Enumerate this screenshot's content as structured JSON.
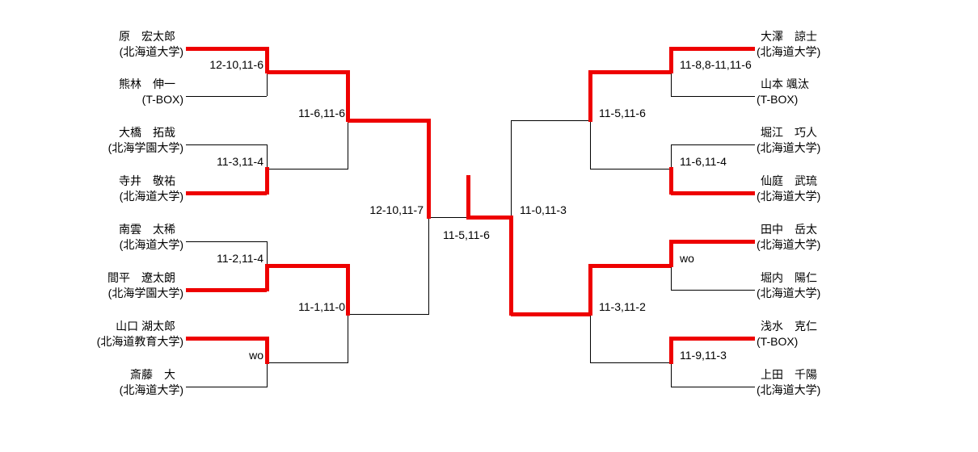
{
  "players": {
    "left": [
      {
        "name": "原　宏太郎",
        "affiliation": "(北海道大学)"
      },
      {
        "name": "熊林　伸一",
        "affiliation": "(T-BOX)"
      },
      {
        "name": "大橋　拓哉",
        "affiliation": "(北海学園大学)"
      },
      {
        "name": "寺井　敬祐",
        "affiliation": "(北海道大学)"
      },
      {
        "name": "南雲　太稀",
        "affiliation": "(北海道大学)"
      },
      {
        "name": "間平　遼太朗",
        "affiliation": "(北海学園大学)"
      },
      {
        "name": "山口 湖太郎",
        "affiliation": "(北海道教育大学)"
      },
      {
        "name": "斎藤　大",
        "affiliation": "(北海道大学)"
      }
    ],
    "right": [
      {
        "name": "大澤　諒士",
        "affiliation": "(北海道大学)"
      },
      {
        "name": "山本 颯汰",
        "affiliation": "(T-BOX)"
      },
      {
        "name": "堀江　巧人",
        "affiliation": "(北海道大学)"
      },
      {
        "name": "仙庭　武琉",
        "affiliation": "(北海道大学)"
      },
      {
        "name": "田中　岳太",
        "affiliation": "(北海道大学)"
      },
      {
        "name": "堀内　陽仁",
        "affiliation": "(北海道大学)"
      },
      {
        "name": "浅水　克仁",
        "affiliation": "(T-BOX)"
      },
      {
        "name": "上田　千陽",
        "affiliation": "(北海道大学)"
      }
    ]
  },
  "scores": {
    "left": {
      "r1": [
        "12-10,11-6",
        "11-3,11-4",
        "11-2,11-4",
        "wo"
      ],
      "r2": [
        "11-6,11-6",
        "11-1,11-0"
      ],
      "sf": "12-10,11-7"
    },
    "right": {
      "r1": [
        "11-8,8-11,11-6",
        "11-6,11-4",
        "wo",
        "11-9,11-3"
      ],
      "r2": [
        "11-5,11-6",
        "11-3,11-2"
      ],
      "sf": "11-0,11-3"
    },
    "final": "11-5,11-6"
  },
  "colors": {
    "winner_path": "#ee0000",
    "line": "#000000",
    "background": "#ffffff"
  }
}
